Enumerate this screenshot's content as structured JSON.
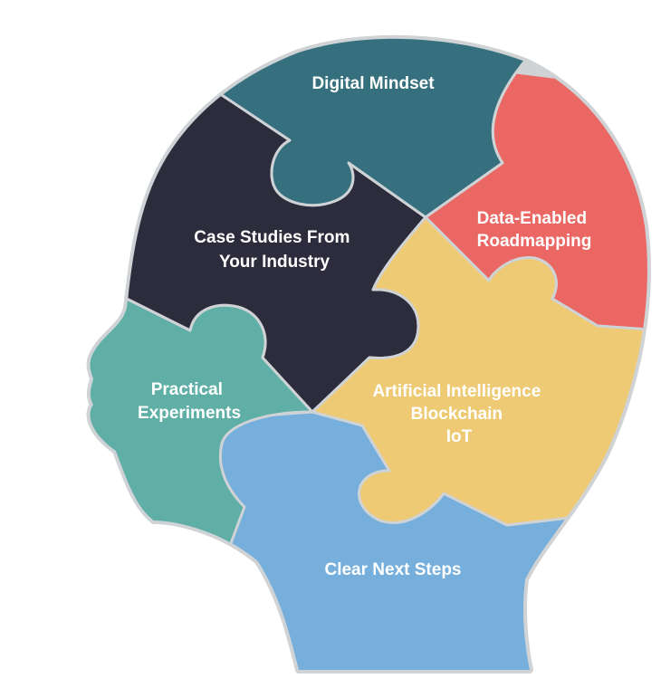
{
  "diagram": {
    "pieces": [
      {
        "id": "digital-mindset",
        "lines": [
          "Digital Mindset"
        ],
        "color": "#36707e"
      },
      {
        "id": "data-enabled-roadmapping",
        "lines": [
          "Data-Enabled",
          "Roadmapping"
        ],
        "color": "#ea6763"
      },
      {
        "id": "case-studies",
        "lines": [
          "Case  Studies From",
          "Your Industry"
        ],
        "color": "#2c2c3c"
      },
      {
        "id": "practical-experiments",
        "lines": [
          "Practical",
          "Experiments"
        ],
        "color": "#5fafa6"
      },
      {
        "id": "ai-blockchain-iot",
        "lines": [
          "Artificial Intelligence",
          "Blockchain",
          "IoT"
        ],
        "color": "#eeca74"
      },
      {
        "id": "clear-next-steps",
        "lines": [
          "Clear Next Steps"
        ],
        "color": "#76afdc"
      }
    ],
    "outline_color": "#cfd3d6"
  }
}
